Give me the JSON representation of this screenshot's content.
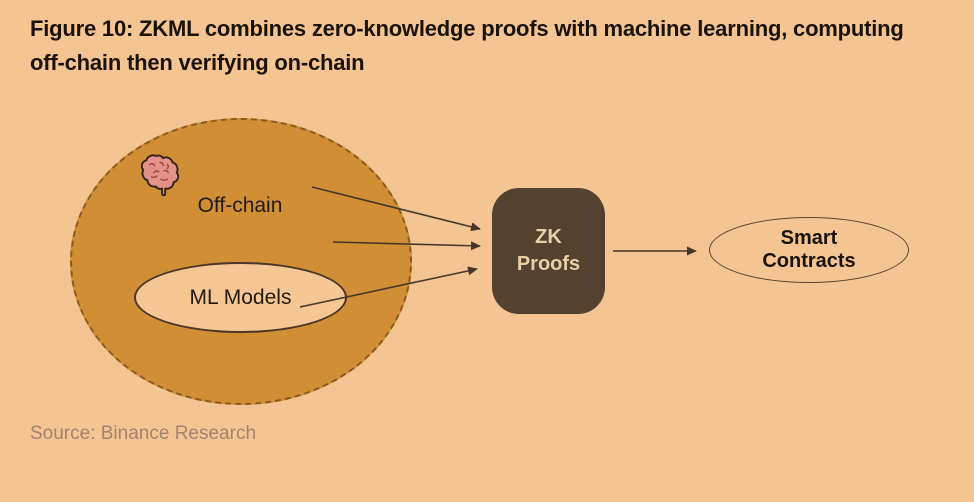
{
  "figure": {
    "title_line1": "Figure 10: ZKML combines zero-knowledge proofs with machine learning, computing",
    "title_line2": "off-chain then verifying on-chain",
    "source": "Source: Binance Research"
  },
  "diagram": {
    "offchain": {
      "label": "Off-chain",
      "icon": "brain-icon"
    },
    "ml_models": {
      "label": "ML Models"
    },
    "zk_proofs": {
      "label": "ZK Proofs"
    },
    "smart_contracts": {
      "label": "Smart Contracts"
    },
    "flow": [
      "Off-chain -> ZK Proofs",
      "Off-chain -> ZK Proofs",
      "ML Models -> ZK Proofs",
      "ZK Proofs -> Smart Contracts"
    ],
    "colors": {
      "background": "#f4c493",
      "offchain_circle_fill": "#d08e35",
      "offchain_circle_border": "#8a5a1e",
      "ml_ellipse_fill": "#f6c794",
      "ml_ellipse_border": "#4a3526",
      "zk_box_fill": "#52422f",
      "zk_box_text": "#e7d0a5",
      "smart_contracts_border": "#5a4330",
      "arrow": "#473728",
      "title_text": "#1b1206",
      "source_text": "#a5826f",
      "brain_fill": "#e2928b"
    }
  }
}
